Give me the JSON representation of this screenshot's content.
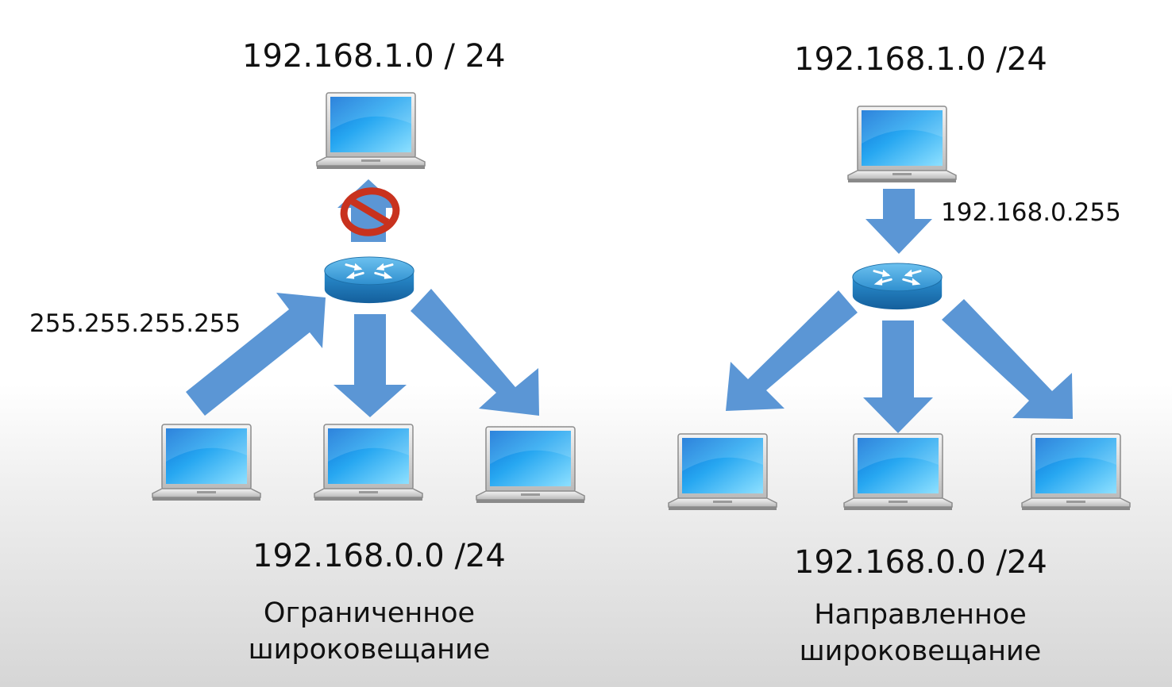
{
  "left_panel": {
    "top_network": "192.168.1.0 / 24",
    "broadcast_address": "255.255.255.255",
    "bottom_network": "192.168.0.0 /24",
    "caption_line1": "Ограниченное",
    "caption_line2": "широковещание"
  },
  "right_panel": {
    "top_network": "192.168.1.0 /24",
    "broadcast_address": "192.168.0.255",
    "bottom_network": "192.168.0.0 /24",
    "caption_line1": "Направленное",
    "caption_line2": "широковещание"
  },
  "colors": {
    "arrow": "#5b96d5",
    "router": "#2f8fc9",
    "laptop_screen": "#1ea2ee",
    "blocked_sign": "#c8321e"
  },
  "icons": [
    "laptop-icon",
    "router-icon",
    "no-entry-icon",
    "arrow"
  ]
}
